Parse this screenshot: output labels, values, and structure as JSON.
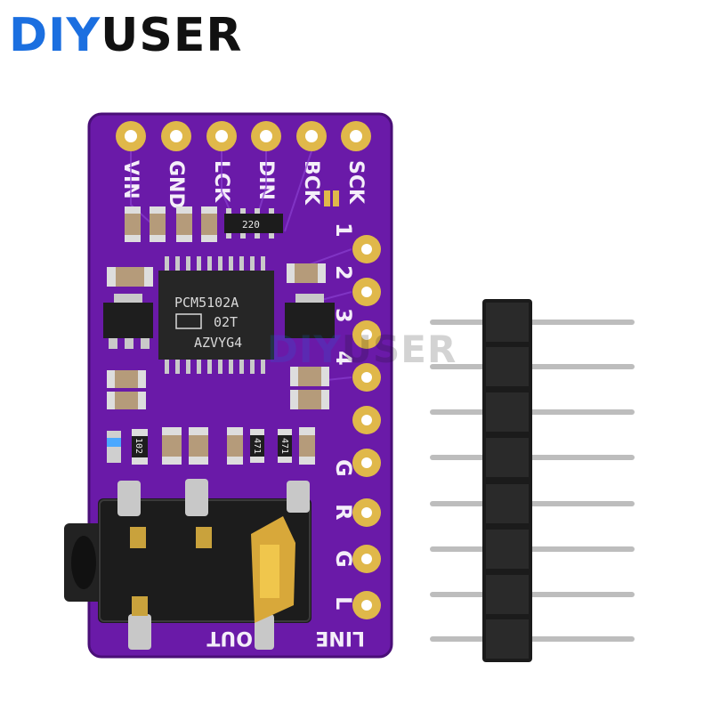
{
  "brand": {
    "prefix": "DIY",
    "suffix": "USER"
  },
  "watermark": {
    "prefix": "DIY",
    "suffix": "USER"
  },
  "board": {
    "top_pins": [
      "VIN",
      "GND",
      "LCK",
      "DIN",
      "BCK",
      "SCK"
    ],
    "side_pins": [
      "1",
      "2",
      "3",
      "4",
      "G",
      "R",
      "G",
      "L"
    ],
    "chip": {
      "line1": "PCM5102A",
      "line2": "02T",
      "line3": "AZVYG4"
    },
    "resistor_label": "220",
    "small_labels": [
      "102",
      "471",
      "471"
    ],
    "jack_labels": {
      "out": "OUT",
      "line": "LINE"
    },
    "colors": {
      "pcb": "#6a1aa8",
      "pad": "#e0b84a",
      "header": "#1a1a1a",
      "pin": "#bfbfbf"
    }
  },
  "header": {
    "pin_count": 8
  }
}
